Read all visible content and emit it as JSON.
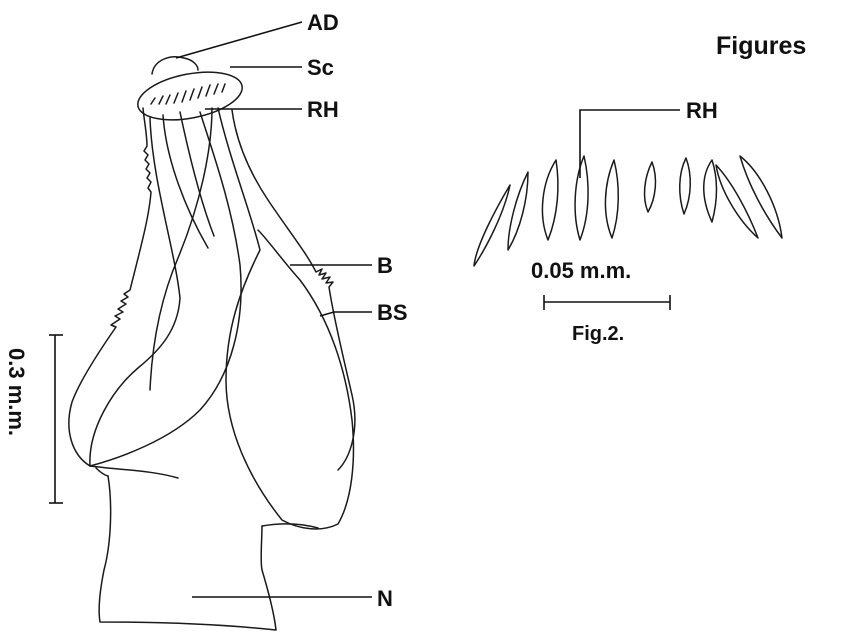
{
  "heading": "Figures",
  "fig1": {
    "labels": {
      "ad": "AD",
      "sc": "Sc",
      "rh": "RH",
      "b": "B",
      "bs": "BS",
      "n": "N"
    },
    "scale_label": "0.3 m.m."
  },
  "fig2": {
    "label_rh": "RH",
    "scale_label": "0.05 m.m.",
    "caption": "Fig.2."
  },
  "colors": {
    "ink": "#111111",
    "background": "#ffffff"
  }
}
